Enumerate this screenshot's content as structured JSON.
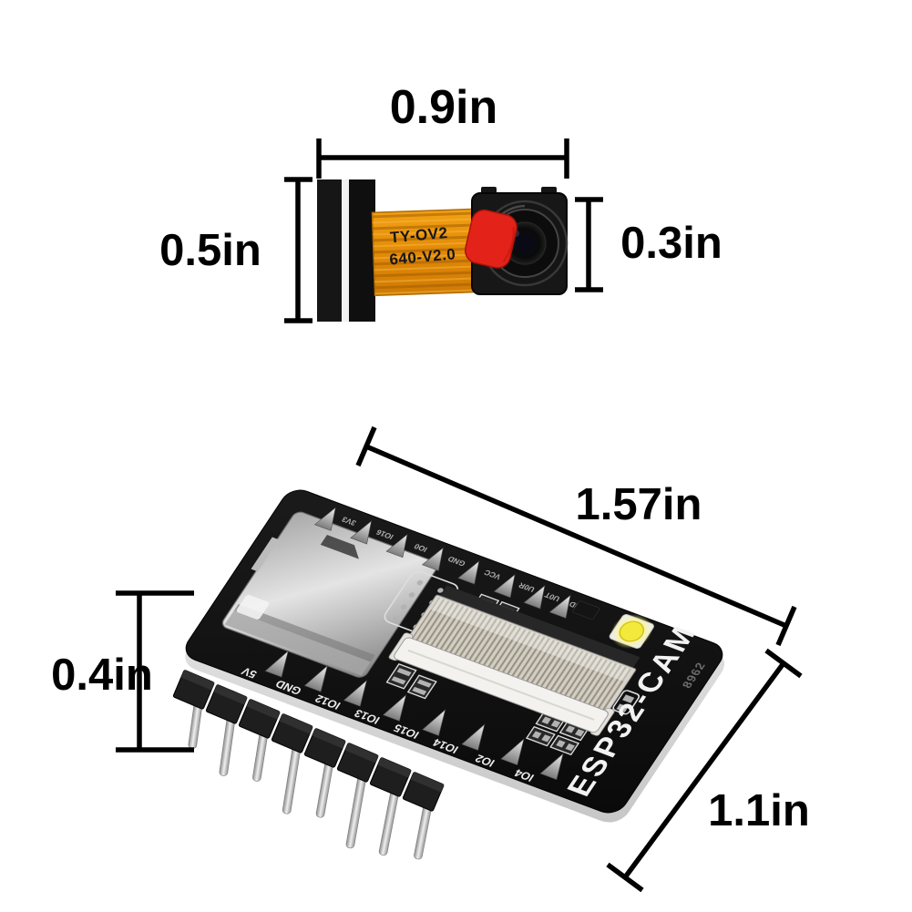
{
  "camera": {
    "cable_text_line1": "TY-OV2",
    "cable_text_line2": "640-V2.0",
    "dim_width": "0.9in",
    "dim_height_left": "0.5in",
    "dim_height_right": "0.3in"
  },
  "board": {
    "silkscreen": "ESP32-CAM",
    "serial": "8962",
    "dim_width": "1.57in",
    "dim_height_left": "0.4in",
    "dim_side_right": "1.1in",
    "bottom_pin_labels": [
      "5V",
      "GND",
      "IO12",
      "IO13",
      "IO15",
      "IO14",
      "IO2",
      "IO4"
    ],
    "top_pin_labels": [
      "3V3",
      "IO16",
      "IO0",
      "GND",
      "VCC",
      "U0R",
      "U0T",
      "GND"
    ]
  },
  "colors": {
    "background": "#ffffff",
    "dimension_lines": "#000000",
    "flex_cable": "#e8940c",
    "red_pull_tab": "#e3231a",
    "pcb": "#101010",
    "led_core": "#f3e93c",
    "sd_slot": "#c0c0c0"
  }
}
